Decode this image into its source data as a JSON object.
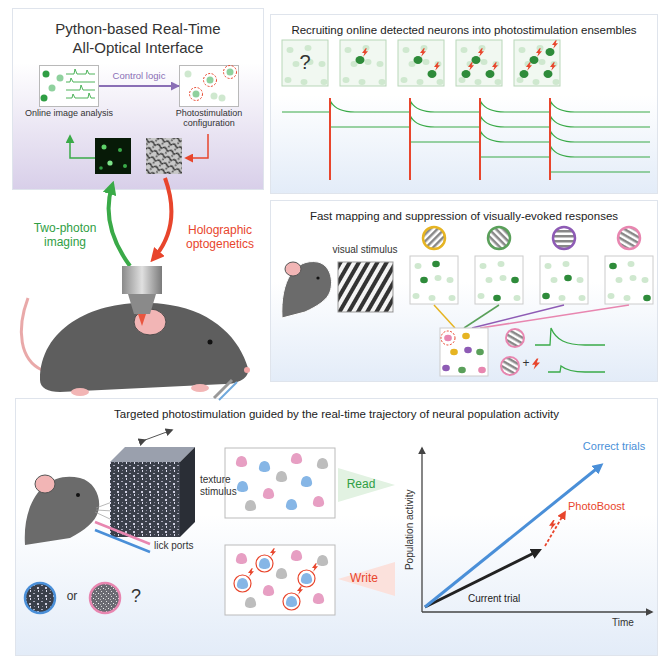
{
  "diagram": {
    "nodes": [
      {
        "text": [
          "Python-based Real-Time All-Optical Interface"
        ]
      },
      {
        "text": [
          "Online image analysis"
        ],
        "in": 0
      },
      {
        "text": [
          "Photostimulation configuration"
        ],
        "in": 0
      },
      {
        "text": [
          "Recruiting online detected neurons into photostimulation ensembles"
        ]
      },
      {
        "text": [
          "Fast mapping and suppression of visually-evoked responses"
        ]
      },
      {
        "text": [
          "Targeted photostimulation guided by the real-time trajectory of neural population activity"
        ]
      }
    ],
    "edges": [
      {
        "from": 1,
        "to": 2,
        "arrow": "to",
        "label": "Control logic"
      }
    ],
    "labels": [
      "Two-photon imaging",
      "Holographic optogenetics",
      "?",
      "visual stimulus",
      "+",
      "texture stimulus",
      "lick ports",
      "or",
      "?",
      "Read",
      "Write",
      "Population activity",
      "Correct trials",
      "PhotoBoost",
      "Current trial",
      "Time"
    ]
  }
}
